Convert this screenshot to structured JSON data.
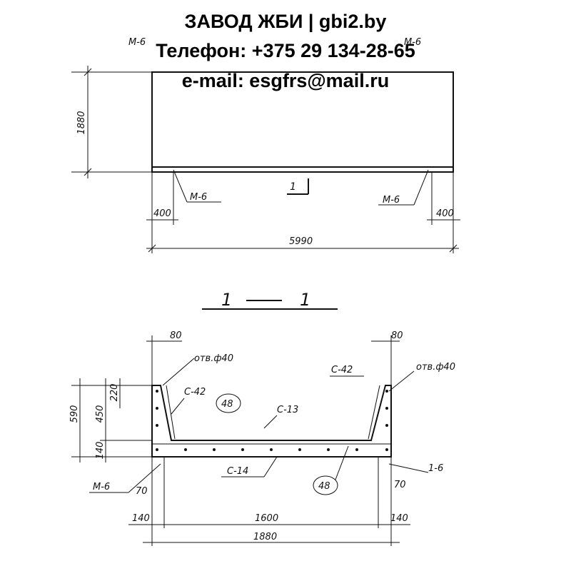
{
  "header": {
    "line1": "ЗАВОД ЖБИ | gbi2.by",
    "line2": "Телефон: +375 29 134-28-65",
    "line3": "e-mail: esgfrs@mail.ru"
  },
  "plan": {
    "height_dim": "1880",
    "anchor_left": "М-6",
    "anchor_right": "М-6",
    "corner_left": "М-6",
    "corner_right": "М-6",
    "offset_left": "400",
    "offset_right": "400",
    "length_dim": "5990",
    "section_mark": "1"
  },
  "section": {
    "title_left": "1",
    "title_right": "1",
    "top_left_dim": "80",
    "top_right_dim": "80",
    "hole_left": "отв.ф40",
    "hole_right": "отв.ф40",
    "mesh_c42_left": "С-42",
    "mesh_c42_right": "С-42",
    "mesh_c13": "С-13",
    "mesh_c14": "С-14",
    "circle_top": "48",
    "circle_bottom": "48",
    "dim_590": "590",
    "dim_450": "450",
    "dim_220": "220",
    "dim_140_side": "140",
    "dim_70_left": "70",
    "dim_70_right": "70",
    "anchor_m6": "М-6",
    "anchor_1_6": "1-6",
    "dim_140_left": "140",
    "dim_140_right": "140",
    "dim_1600": "1600",
    "dim_1880": "1880"
  }
}
